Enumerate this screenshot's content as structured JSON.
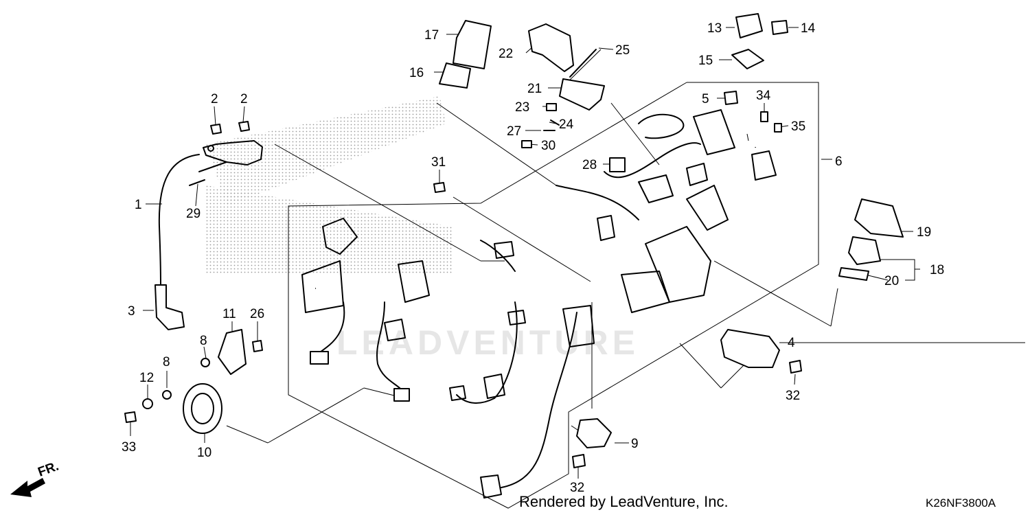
{
  "callouts": [
    {
      "id": "c1",
      "text": "1"
    },
    {
      "id": "c2a",
      "text": "2"
    },
    {
      "id": "c2b",
      "text": "2"
    },
    {
      "id": "c3",
      "text": "3"
    },
    {
      "id": "c4",
      "text": "4"
    },
    {
      "id": "c5",
      "text": "5"
    },
    {
      "id": "c6",
      "text": "6"
    },
    {
      "id": "c8a",
      "text": "8"
    },
    {
      "id": "c8b",
      "text": "8"
    },
    {
      "id": "c9",
      "text": "9"
    },
    {
      "id": "c10",
      "text": "10"
    },
    {
      "id": "c11",
      "text": "11"
    },
    {
      "id": "c12",
      "text": "12"
    },
    {
      "id": "c13",
      "text": "13"
    },
    {
      "id": "c14",
      "text": "14"
    },
    {
      "id": "c15",
      "text": "15"
    },
    {
      "id": "c16",
      "text": "16"
    },
    {
      "id": "c17",
      "text": "17"
    },
    {
      "id": "c18",
      "text": "18"
    },
    {
      "id": "c19",
      "text": "19"
    },
    {
      "id": "c20",
      "text": "20"
    },
    {
      "id": "c21",
      "text": "21"
    },
    {
      "id": "c22",
      "text": "22"
    },
    {
      "id": "c23",
      "text": "23"
    },
    {
      "id": "c24",
      "text": "24"
    },
    {
      "id": "c25",
      "text": "25"
    },
    {
      "id": "c26",
      "text": "26"
    },
    {
      "id": "c27",
      "text": "27"
    },
    {
      "id": "c28",
      "text": "28"
    },
    {
      "id": "c29",
      "text": "29"
    },
    {
      "id": "c30",
      "text": "30"
    },
    {
      "id": "c31",
      "text": "31"
    },
    {
      "id": "c32a",
      "text": "32"
    },
    {
      "id": "c32b",
      "text": "32"
    },
    {
      "id": "c33",
      "text": "33"
    },
    {
      "id": "c34",
      "text": "34"
    },
    {
      "id": "c35",
      "text": "35"
    }
  ],
  "direction_label": "FR.",
  "watermark": "LEADVENTURE",
  "footer": {
    "credit": "Rendered by LeadVenture, Inc.",
    "code": "K26NF3800A"
  }
}
